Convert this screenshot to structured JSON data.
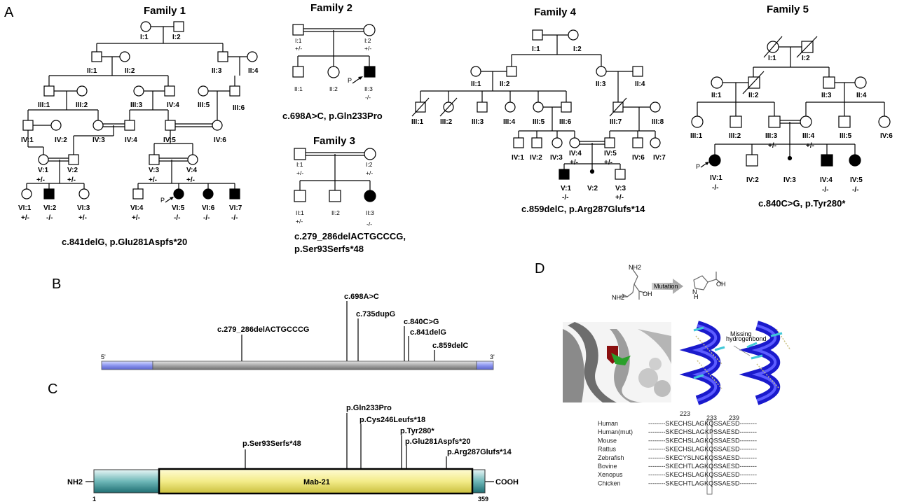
{
  "panel_labels": {
    "a": "A",
    "b": "B",
    "c": "C",
    "d": "D"
  },
  "family_titles": {
    "f1": "Family 1",
    "f2": "Family 2",
    "f3": "Family 3",
    "f4": "Family 4",
    "f5": "Family 5"
  },
  "family_mutations": {
    "f1": "c.841delG, p.Glu281Aspfs*20",
    "f2": "c.698A>C, p.Gln233Pro",
    "f3_line1": "c.279_286delACTGCCCG,",
    "f3_line2": "p.Ser93Serfs*48",
    "f4": "c.859delC, p.Arg287Glufs*14",
    "f5": "c.840C>G, p.Tyr280*"
  },
  "proband_marker": "P",
  "gene_diagram": {
    "five_prime": "5'",
    "three_prime": "3'",
    "variants": [
      "c.279_286delACTGCCCG",
      "c.698A>C",
      "c.735dupG",
      "c.840C>G",
      "c.841delG",
      "c.859delC"
    ]
  },
  "protein_diagram": {
    "nterm": "NH2",
    "cterm": "COOH",
    "domain": "Mab-21",
    "start": "1",
    "end": "359",
    "variants": [
      "p.Ser93Serfs*48",
      "p.Gln233Pro",
      "p.Cys246Leufs*18",
      "p.Tyr280*",
      "p.Glu281Aspfs*20",
      "p.Arg287Glufs*14"
    ]
  },
  "panel_d": {
    "arrow_text": "Mutation",
    "hbond_note_line1": "Missing",
    "hbond_note_line2": "hydrogenbond",
    "nh2": "NH2",
    "oh": "OH",
    "n_atom": "N",
    "h_atom": "H",
    "positions": [
      "223",
      "233",
      "239"
    ],
    "alignment": [
      {
        "species": "Human",
        "seq": "--------SKECHSLAGKQSSAESD--------"
      },
      {
        "species": "Human(mut)",
        "seq": "--------SKECHSLAGKPSSAESD--------"
      },
      {
        "species": "Mouse",
        "seq": "--------SKECHSLAGKQSSAESD--------"
      },
      {
        "species": "Rattus",
        "seq": "--------SKECHSLAGKQSSAESD--------"
      },
      {
        "species": "Zebrafish",
        "seq": "--------SKECYSLNGKQSSAESD--------"
      },
      {
        "species": "Bovine",
        "seq": "--------SKECHTLAGKQSSAESD--------"
      },
      {
        "species": "Xenopus",
        "seq": "--------SKECHSLAGKQSSAESD--------"
      },
      {
        "species": "Chicken",
        "seq": "--------SKECHTLAGKQSSAESD--------"
      }
    ]
  },
  "pedigrees": {
    "f1": {
      "individuals": [
        {
          "id": "I:1"
        },
        {
          "id": "I:2"
        },
        {
          "id": "II:1"
        },
        {
          "id": "II:2"
        },
        {
          "id": "II:3"
        },
        {
          "id": "II:4"
        },
        {
          "id": "III:1"
        },
        {
          "id": "III:2"
        },
        {
          "id": "III:3"
        },
        {
          "id": "IV:4"
        },
        {
          "id": "III:5"
        },
        {
          "id": "III:6"
        },
        {
          "id": "IV:1"
        },
        {
          "id": "IV:2"
        },
        {
          "id": "IV:3"
        },
        {
          "id": "IV:4"
        },
        {
          "id": "IV:5"
        },
        {
          "id": "IV:6"
        },
        {
          "id": "V:1",
          "genotype": "+/-"
        },
        {
          "id": "V:2",
          "genotype": "+/-"
        },
        {
          "id": "V:3",
          "genotype": "+/-"
        },
        {
          "id": "V:4",
          "genotype": "+/-"
        },
        {
          "id": "VI:1",
          "genotype": "+/-"
        },
        {
          "id": "VI:2",
          "genotype": "-/-"
        },
        {
          "id": "VI:3",
          "genotype": "+/-"
        },
        {
          "id": "VI:4",
          "genotype": "+/-"
        },
        {
          "id": "VI:5",
          "genotype": "-/-"
        },
        {
          "id": "VI:6",
          "genotype": "-/-"
        },
        {
          "id": "VI:7",
          "genotype": "-/-"
        }
      ]
    },
    "f2": {
      "individuals": [
        {
          "id": "I:1",
          "genotype": "+/-"
        },
        {
          "id": "I:2",
          "genotype": "+/-"
        },
        {
          "id": "II:1"
        },
        {
          "id": "II:2"
        },
        {
          "id": "II:3",
          "genotype": "-/-"
        }
      ]
    },
    "f3": {
      "individuals": [
        {
          "id": "I:1",
          "genotype": "+/-"
        },
        {
          "id": "I:2",
          "genotype": "+/-"
        },
        {
          "id": "II:1",
          "genotype": "+/-"
        },
        {
          "id": "II:2"
        },
        {
          "id": "II:3",
          "genotype": "-/-"
        }
      ]
    },
    "f4": {
      "individuals": [
        {
          "id": "I:1"
        },
        {
          "id": "I:2"
        },
        {
          "id": "II:1"
        },
        {
          "id": "II:2"
        },
        {
          "id": "II:3"
        },
        {
          "id": "II:4"
        },
        {
          "id": "III:1"
        },
        {
          "id": "III:2"
        },
        {
          "id": "III:3"
        },
        {
          "id": "III:4"
        },
        {
          "id": "III:5"
        },
        {
          "id": "III:6"
        },
        {
          "id": "III:7"
        },
        {
          "id": "III:8"
        },
        {
          "id": "IV:1"
        },
        {
          "id": "IV:2"
        },
        {
          "id": "IV:3"
        },
        {
          "id": "IV:4",
          "genotype": "+/-"
        },
        {
          "id": "IV:5",
          "genotype": "+/-"
        },
        {
          "id": "IV:6"
        },
        {
          "id": "IV:7"
        },
        {
          "id": "V:1",
          "genotype": "-/-"
        },
        {
          "id": "V:2"
        },
        {
          "id": "V:3",
          "genotype": "+/-"
        }
      ]
    },
    "f5": {
      "individuals": [
        {
          "id": "I:1"
        },
        {
          "id": "I:2"
        },
        {
          "id": "II:1"
        },
        {
          "id": "II:2"
        },
        {
          "id": "II:3"
        },
        {
          "id": "II:4"
        },
        {
          "id": "III:1"
        },
        {
          "id": "III:2"
        },
        {
          "id": "III:3",
          "genotype": "+/-"
        },
        {
          "id": "III:4",
          "genotype": "+/-"
        },
        {
          "id": "III:5"
        },
        {
          "id": "IV:6"
        },
        {
          "id": "IV:1",
          "genotype": "-/-"
        },
        {
          "id": "IV:2"
        },
        {
          "id": "IV:3"
        },
        {
          "id": "IV:4",
          "genotype": "-/-"
        },
        {
          "id": "IV:5",
          "genotype": "-/-"
        }
      ]
    }
  }
}
